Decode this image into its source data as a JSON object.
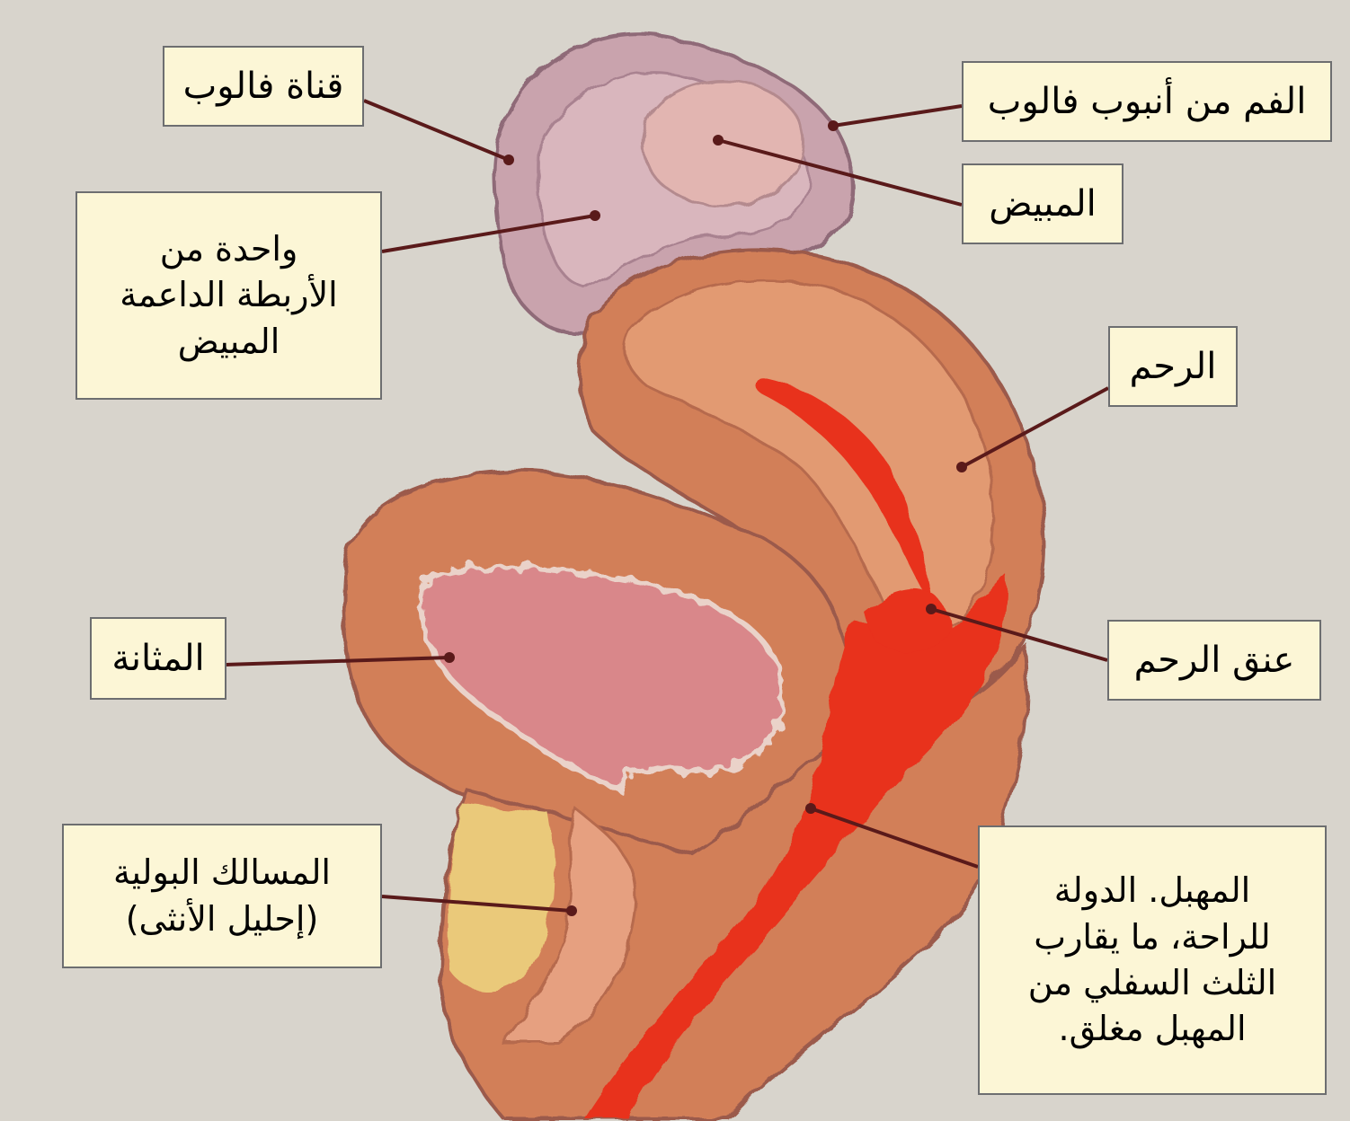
{
  "diagram": {
    "colors": {
      "background": "#d8d4cc",
      "label_fill": "#fcf6d6",
      "label_border": "#6d6e70",
      "leader_line": "#5a1a1a",
      "tissue_outer": "#d9835f",
      "tissue_inner": "#e6a080",
      "bladder_lumen": "#d9878a",
      "canal": "#e8301c",
      "ovary_tube": "#cfa7b0"
    },
    "labels": {
      "fallopian_tube": "قناة فالوب",
      "tube_mouth": "الفم من أنبوب فالوب",
      "ovary": "المبيض",
      "ovary_ligament": "واحدة من\nالأربطة الداعمة\nالمبيض",
      "uterus": "الرحم",
      "cervix": "عنق الرحم",
      "bladder": "المثانة",
      "urethra": "المسالك البولية\n(إحليل الأنثى)",
      "vagina": "المهبل. الدولة\nللراحة، ما يقارب\nالثلث السفلي من\nالمهبل مغلق."
    }
  }
}
